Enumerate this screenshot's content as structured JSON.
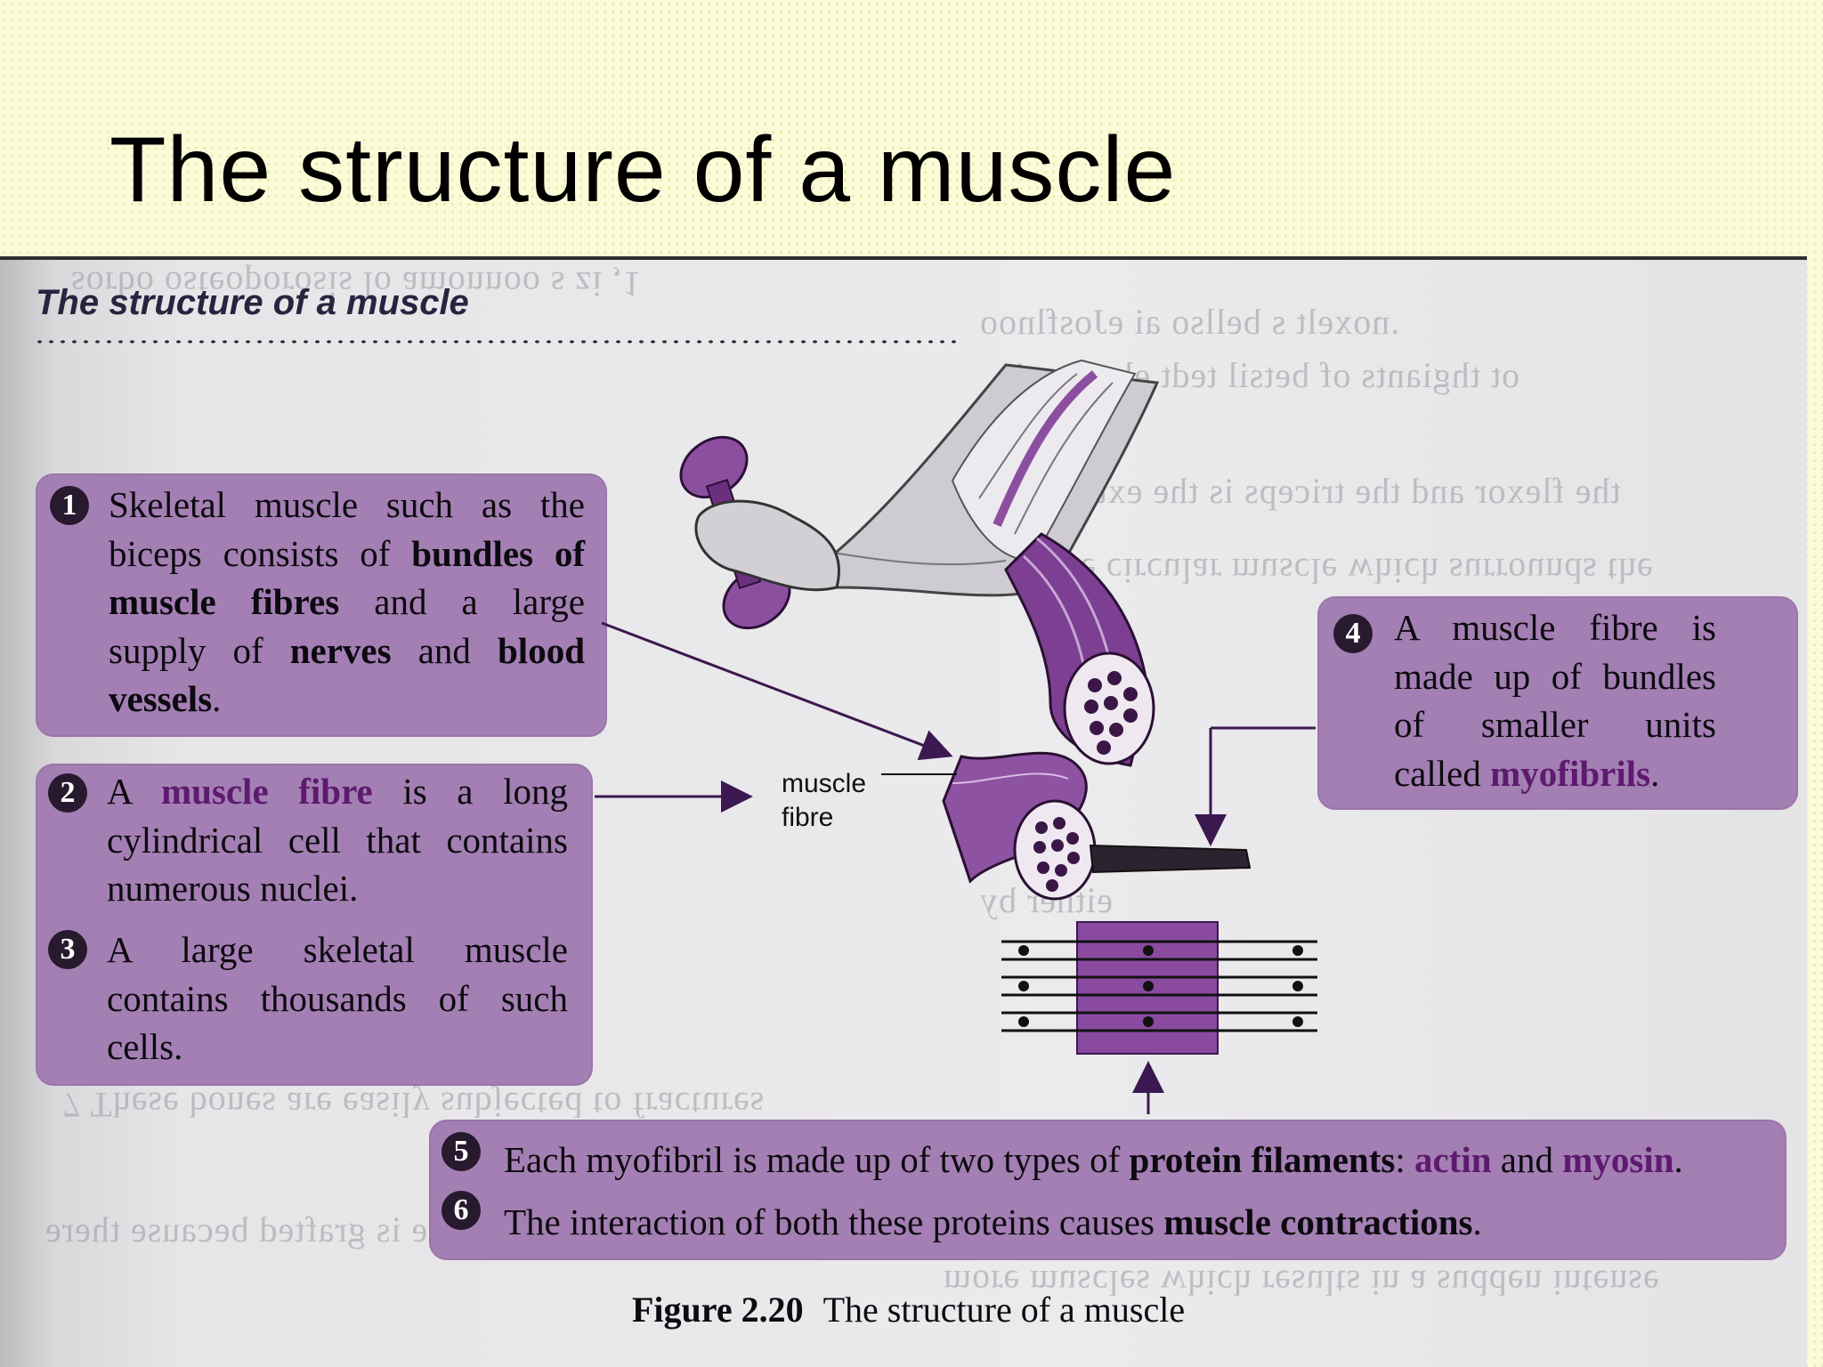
{
  "slide": {
    "title": "The structure of a muscle"
  },
  "figure": {
    "heading": "The structure of a muscle",
    "muscle_fibre_label": [
      "muscle",
      "fibre"
    ],
    "caption_number": "Figure 2.20",
    "caption_text": "The structure of a muscle"
  },
  "callouts": [
    {
      "number": "1",
      "parts": [
        [
          "Skeletal muscle such as the biceps consists of ",
          "n"
        ],
        [
          "bundles of muscle fibres",
          "b"
        ],
        [
          " and a large supply of ",
          "n"
        ],
        [
          "nerves",
          "b"
        ],
        [
          " and ",
          "n"
        ],
        [
          "blood vessels",
          "b"
        ],
        [
          ".",
          "n"
        ]
      ]
    },
    {
      "number": "2",
      "parts": [
        [
          "A ",
          "n"
        ],
        [
          "muscle fibre",
          "p"
        ],
        [
          " is a long cylindrical cell that contains numerous nuclei.",
          "n"
        ]
      ]
    },
    {
      "number": "3",
      "parts": [
        [
          "A large skeletal muscle contains thousands of such cells.",
          "n"
        ]
      ]
    },
    {
      "number": "4",
      "parts": [
        [
          "A muscle fibre is made up of bundles of smaller units called ",
          "n"
        ],
        [
          "myofibrils",
          "p"
        ],
        [
          ".",
          "n"
        ]
      ]
    },
    {
      "number": "5",
      "parts": [
        [
          "Each myofibril is made up of two types of ",
          "n"
        ],
        [
          "protein filaments",
          "b"
        ],
        [
          ": ",
          "n"
        ],
        [
          "actin",
          "p"
        ],
        [
          " and ",
          "n"
        ],
        [
          "myosin",
          "p"
        ],
        [
          ".",
          "n"
        ]
      ]
    },
    {
      "number": "6",
      "parts": [
        [
          "The interaction of both these proteins causes ",
          "n"
        ],
        [
          "muscle contractions",
          "b"
        ],
        [
          ".",
          "n"
        ]
      ]
    }
  ],
  "colors": {
    "box": "#a47fb3",
    "accent_purple": "#5d1a6f",
    "muscle": "#8c4fa0",
    "slide_bg": "#fbfbd8"
  }
}
